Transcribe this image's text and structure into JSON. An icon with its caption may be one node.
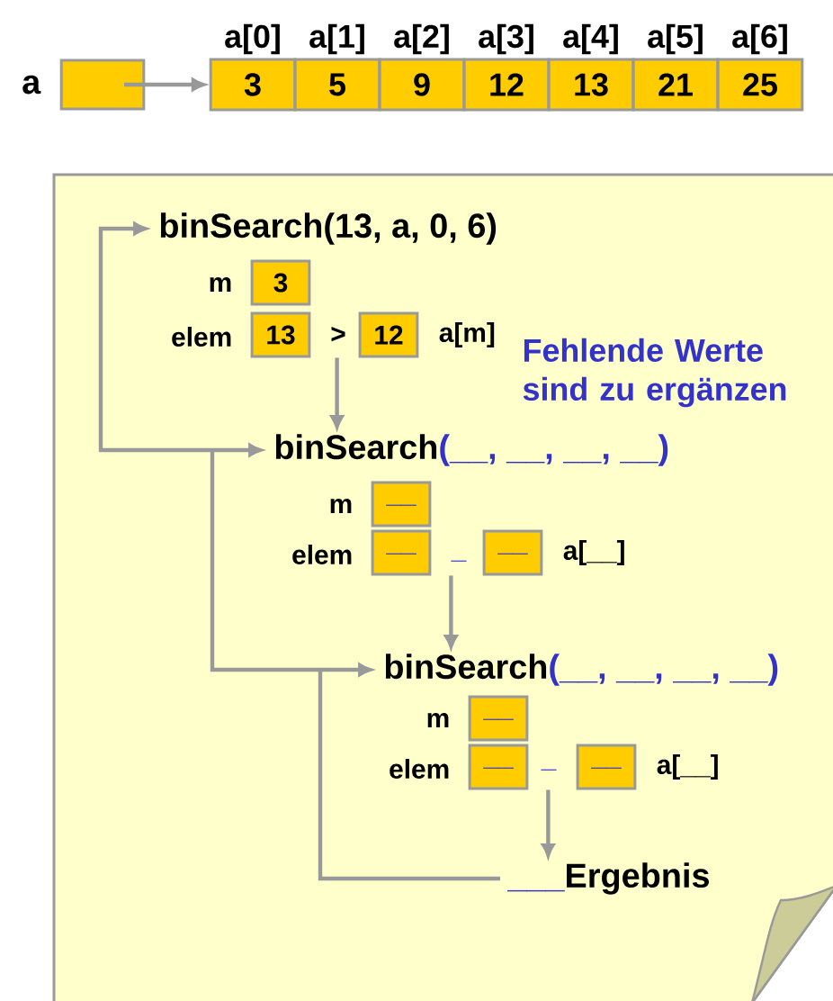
{
  "diagram": {
    "nodes": [
      {
        "text": [],
        "shape": "box",
        "beside": [
          "a"
        ]
      },
      {
        "text": [
          "3"
        ],
        "beside": [
          "a[0]"
        ]
      },
      {
        "text": [
          "5"
        ],
        "beside": [
          "a[1]"
        ]
      },
      {
        "text": [
          "9"
        ],
        "beside": [
          "a[2]"
        ]
      },
      {
        "text": [
          "12"
        ],
        "beside": [
          "a[3]"
        ]
      },
      {
        "text": [
          "13"
        ],
        "beside": [
          "a[4]"
        ]
      },
      {
        "text": [
          "21"
        ],
        "beside": [
          "a[5]"
        ]
      },
      {
        "text": [
          "25"
        ],
        "beside": [
          "a[6]"
        ]
      },
      {
        "text": [],
        "shape": "box"
      },
      {
        "text": [
          "binSearch(13, a, 0, 6)"
        ],
        "in": 8
      },
      {
        "text": [
          "3"
        ],
        "beside": [
          "m"
        ],
        "in": 8
      },
      {
        "text": [
          "13"
        ],
        "beside": [
          "elem"
        ],
        "in": 8
      },
      {
        "text": [
          "12"
        ],
        "beside": [
          "a[m]"
        ],
        "in": 8
      },
      {
        "text": [
          "binSearch",
          "(__, __, __, __)"
        ],
        "in": 8
      },
      {
        "text": [
          "__"
        ],
        "beside": [
          "m"
        ],
        "in": 8
      },
      {
        "text": [
          "__"
        ],
        "beside": [
          "elem"
        ],
        "in": 8
      },
      {
        "text": [
          "__"
        ],
        "beside": [
          "a[__]"
        ],
        "in": 8
      },
      {
        "text": [
          "binSearch",
          "(__, __, __, __)"
        ],
        "in": 8
      },
      {
        "text": [
          "__"
        ],
        "beside": [
          "m"
        ],
        "in": 8
      },
      {
        "text": [
          "__"
        ],
        "beside": [
          "elem"
        ],
        "in": 8
      },
      {
        "text": [
          "__"
        ],
        "beside": [
          "a[__]"
        ],
        "in": 8
      },
      {
        "text": [
          "___",
          "Ergebnis"
        ],
        "in": 8
      }
    ],
    "edges": [
      {
        "from": 0,
        "to": 1,
        "arrow": "to"
      },
      {
        "from": 9,
        "to": 13,
        "arrow": "both"
      },
      {
        "from": 12,
        "to": 13,
        "arrow": "to"
      },
      {
        "from": 13,
        "to": 17,
        "arrow": "to"
      },
      {
        "from": 15,
        "to": 17,
        "arrow": "to"
      },
      {
        "from": 19,
        "to": 21,
        "arrow": "to"
      },
      {
        "from": 21,
        "to": 17,
        "arrow": "none"
      }
    ],
    "labels": [
      "Fehlende Werte sind zu ergänzen",
      ">",
      "_",
      "_"
    ]
  }
}
